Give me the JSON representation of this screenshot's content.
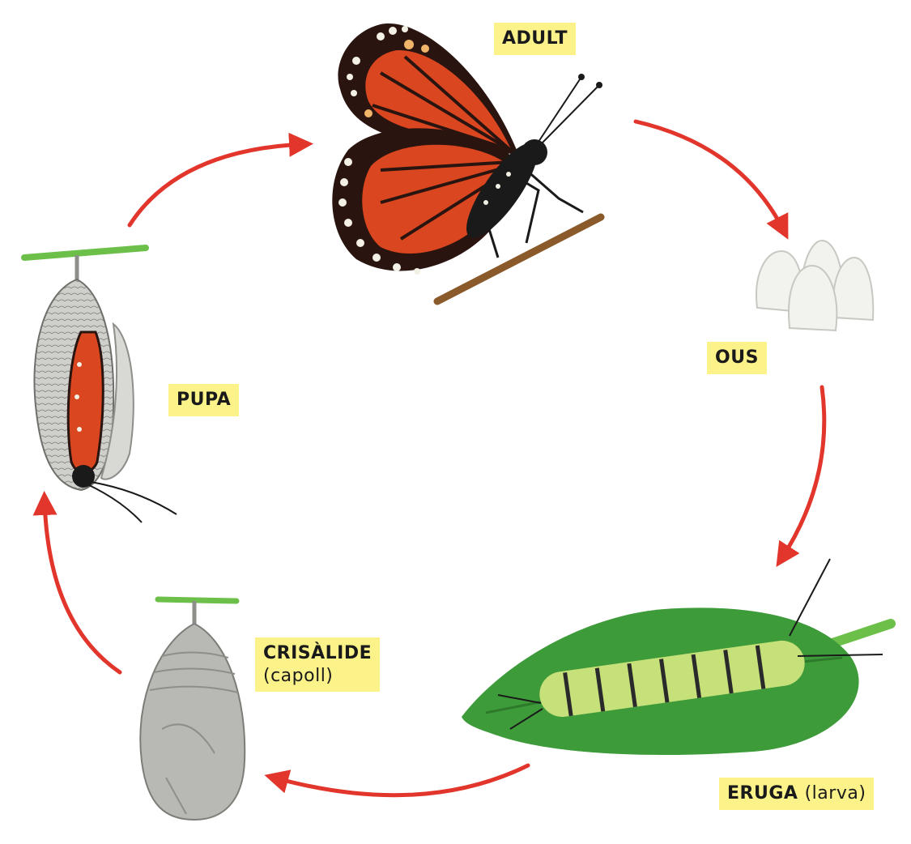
{
  "diagram": {
    "stages": {
      "adult": {
        "label": "ADULT"
      },
      "eggs": {
        "label": "OUS"
      },
      "caterpillar": {
        "label": "ERUGA",
        "sublabel": "(larva)"
      },
      "chrysalis": {
        "label": "CRISÀLIDE",
        "sublabel": "(capoll)"
      },
      "pupa": {
        "label": "PUPA"
      }
    },
    "colors": {
      "arrow": "#e2352b",
      "label_bg": "#fbf28a",
      "wing_orange": "#d9461f",
      "wing_black": "#2a1410",
      "leaf_green": "#3e9b3a",
      "stem_green": "#6cc04a",
      "chrysalis_gray": "#b8b8b4"
    },
    "icons": [
      "butterfly-illustration",
      "eggs-illustration",
      "caterpillar-illustration",
      "chrysalis-illustration",
      "pupa-illustration"
    ]
  }
}
